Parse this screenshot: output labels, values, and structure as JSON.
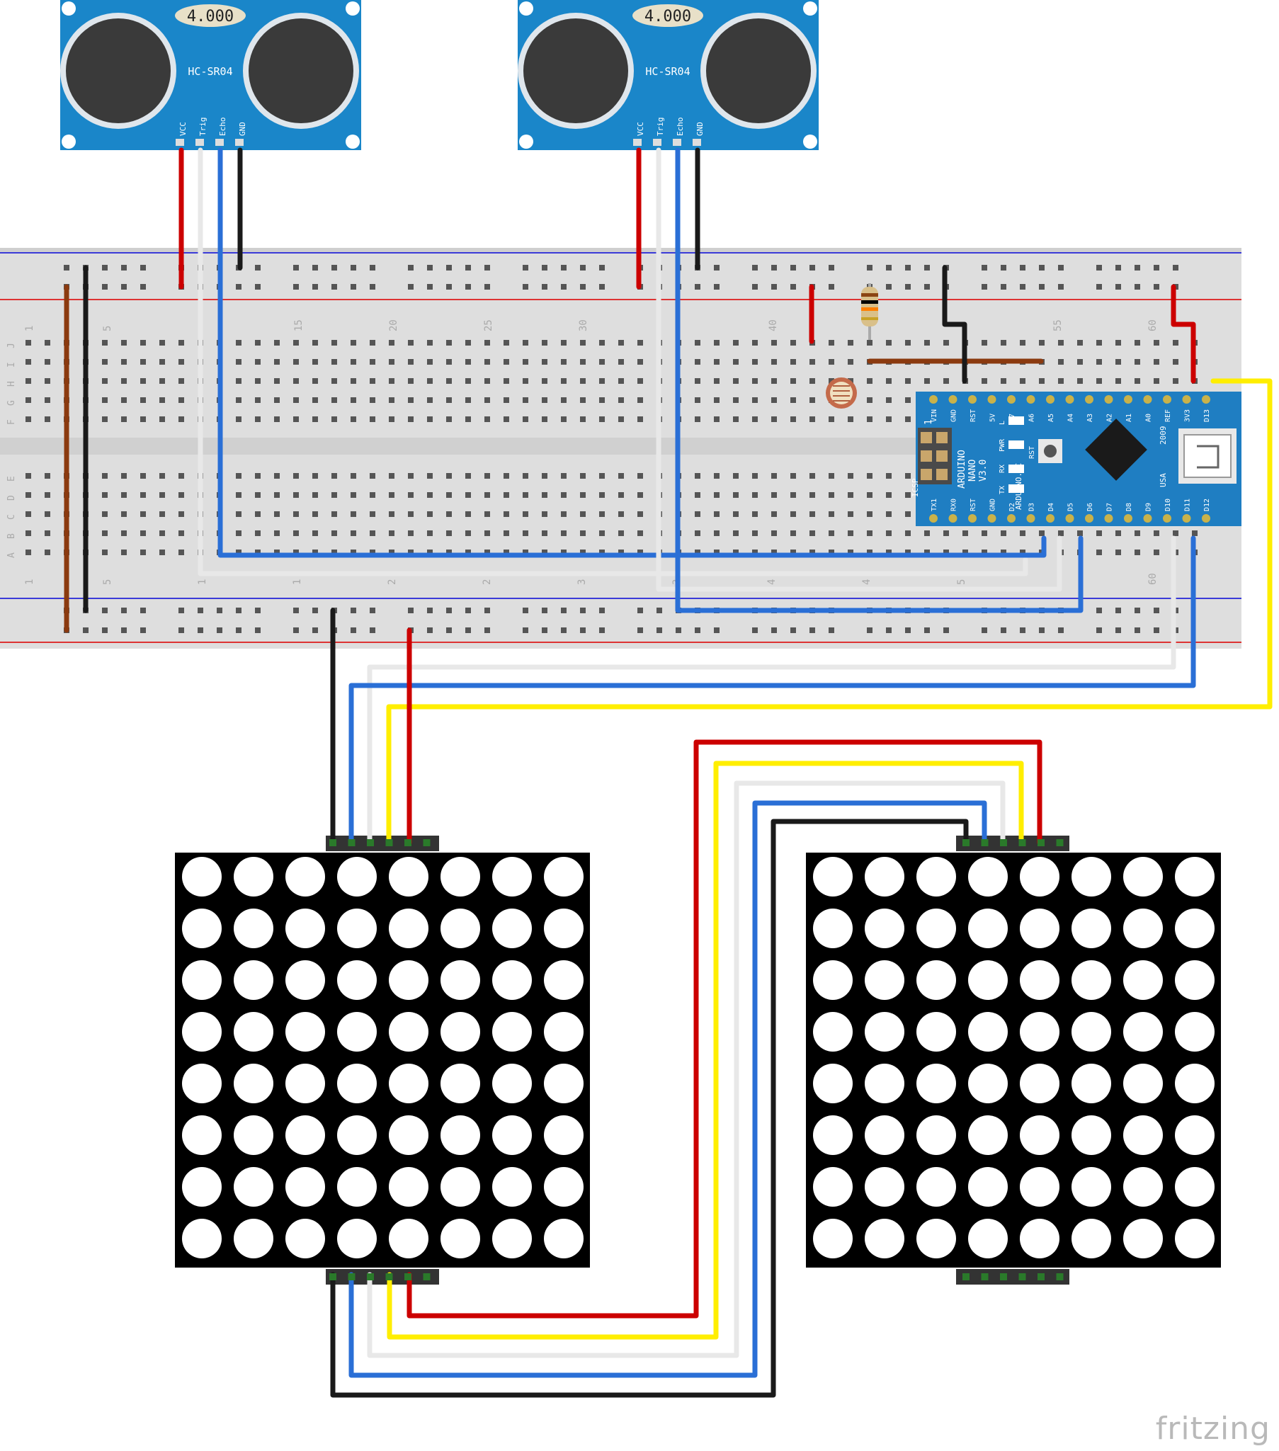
{
  "sensors": [
    {
      "label": "HC-SR04",
      "badge": "4.000",
      "pins": [
        "VCC",
        "Trig",
        "Echo",
        "GND"
      ]
    },
    {
      "label": "HC-SR04",
      "badge": "4.000",
      "pins": [
        "VCC",
        "Trig",
        "Echo",
        "GND"
      ]
    }
  ],
  "breadboard": {
    "column_numbers": [
      "1",
      "5",
      "15",
      "20",
      "25",
      "30",
      "40",
      "55",
      "60"
    ],
    "column_numbers_bottom": [
      "1",
      "5",
      "1",
      "1",
      "2",
      "2",
      "3",
      "3",
      "4",
      "4",
      "5",
      "60"
    ],
    "row_letters_top": [
      "J",
      "I",
      "H",
      "G",
      "F"
    ],
    "row_letters_bottom": [
      "E",
      "D",
      "C",
      "B",
      "A"
    ]
  },
  "arduino": {
    "title_lines": [
      "ARDUINO",
      "NANO",
      "V3.0"
    ],
    "site": "ARDUINO.CC",
    "year": "2009",
    "country": "USA",
    "icsp": "ICSP",
    "icsp_pin1": "1",
    "rst": "RST",
    "leds": [
      "L",
      "PWR",
      "RX",
      "TX"
    ],
    "top_pins": [
      "VIN",
      "GND",
      "RST",
      "5V",
      "A7",
      "A6",
      "A5",
      "A4",
      "A3",
      "A2",
      "A1",
      "A0",
      "REF",
      "3V3",
      "D13"
    ],
    "bottom_pins": [
      "TX1",
      "RX0",
      "RST",
      "GND",
      "D2",
      "D3",
      "D4",
      "D5",
      "D6",
      "D7",
      "D8",
      "D9",
      "D10",
      "D11",
      "D12"
    ]
  },
  "matrix": {
    "rows": 8,
    "cols": 8,
    "count": 2
  },
  "watermark": "fritzing",
  "colors": {
    "sensor_blue": "#1a86c9",
    "arduino_blue": "#1f7ec2",
    "wire_red": "#cc0000",
    "wire_black": "#1a1a1a",
    "wire_blue": "#2a6fd6",
    "wire_white": "#e8e8e8",
    "wire_yellow": "#ffee00",
    "wire_brown": "#8b3a0f"
  }
}
